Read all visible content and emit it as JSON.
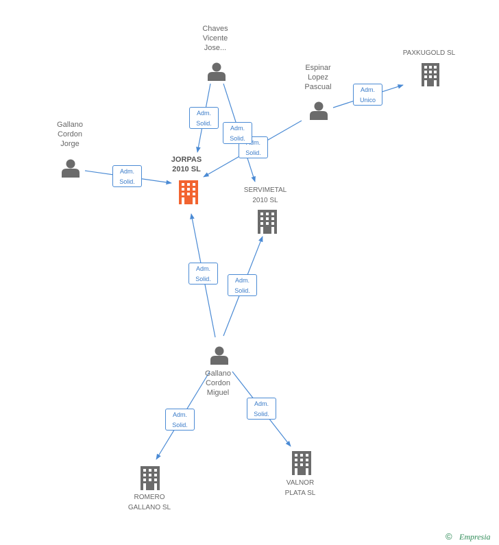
{
  "nodes": {
    "chaves": {
      "label": "Chaves\nVicente\nJose...",
      "type": "person"
    },
    "espinar": {
      "label": "Espinar\nLopez\nPascual",
      "type": "person"
    },
    "paxkugold": {
      "label": "PAXKUGOLD SL",
      "type": "company"
    },
    "gallano_jorge": {
      "label": "Gallano\nCordon\nJorge",
      "type": "person"
    },
    "jorpas": {
      "label": "JORPAS\n2010 SL",
      "type": "company-main"
    },
    "servimetal": {
      "label": "SERVIMETAL\n2010 SL",
      "type": "company"
    },
    "gallano_miguel": {
      "label": "Gallano\nCordon\nMiguel",
      "type": "person"
    },
    "romero": {
      "label": "ROMERO\nGALLANO SL",
      "type": "company"
    },
    "valnor": {
      "label": "VALNOR\nPLATA SL",
      "type": "company"
    }
  },
  "edges": [
    {
      "id": "chaves-jorpas",
      "line1": "Adm.",
      "line2": "Solid."
    },
    {
      "id": "chaves-servimetal",
      "line1": "Adm.",
      "line2": "Solid."
    },
    {
      "id": "espinar-jorpas",
      "line1": "Adm.",
      "line2": "Solid."
    },
    {
      "id": "espinar-paxkugold",
      "line1": "Adm.",
      "line2": "Unico"
    },
    {
      "id": "gallano_jorge-jorpas",
      "line1": "Adm.",
      "line2": "Solid."
    },
    {
      "id": "miguel-jorpas",
      "line1": "Adm.",
      "line2": "Solid."
    },
    {
      "id": "miguel-servimetal",
      "line1": "Adm.",
      "line2": "Solid."
    },
    {
      "id": "miguel-romero",
      "line1": "Adm.",
      "line2": "Solid."
    },
    {
      "id": "miguel-valnor",
      "line1": "Adm.",
      "line2": "Solid."
    }
  ],
  "footer": {
    "copyright": "©",
    "brand": "Empresia"
  },
  "colors": {
    "edge": "#4a8ad4",
    "icon": "#6b6b6b",
    "main_icon": "#f26430"
  }
}
